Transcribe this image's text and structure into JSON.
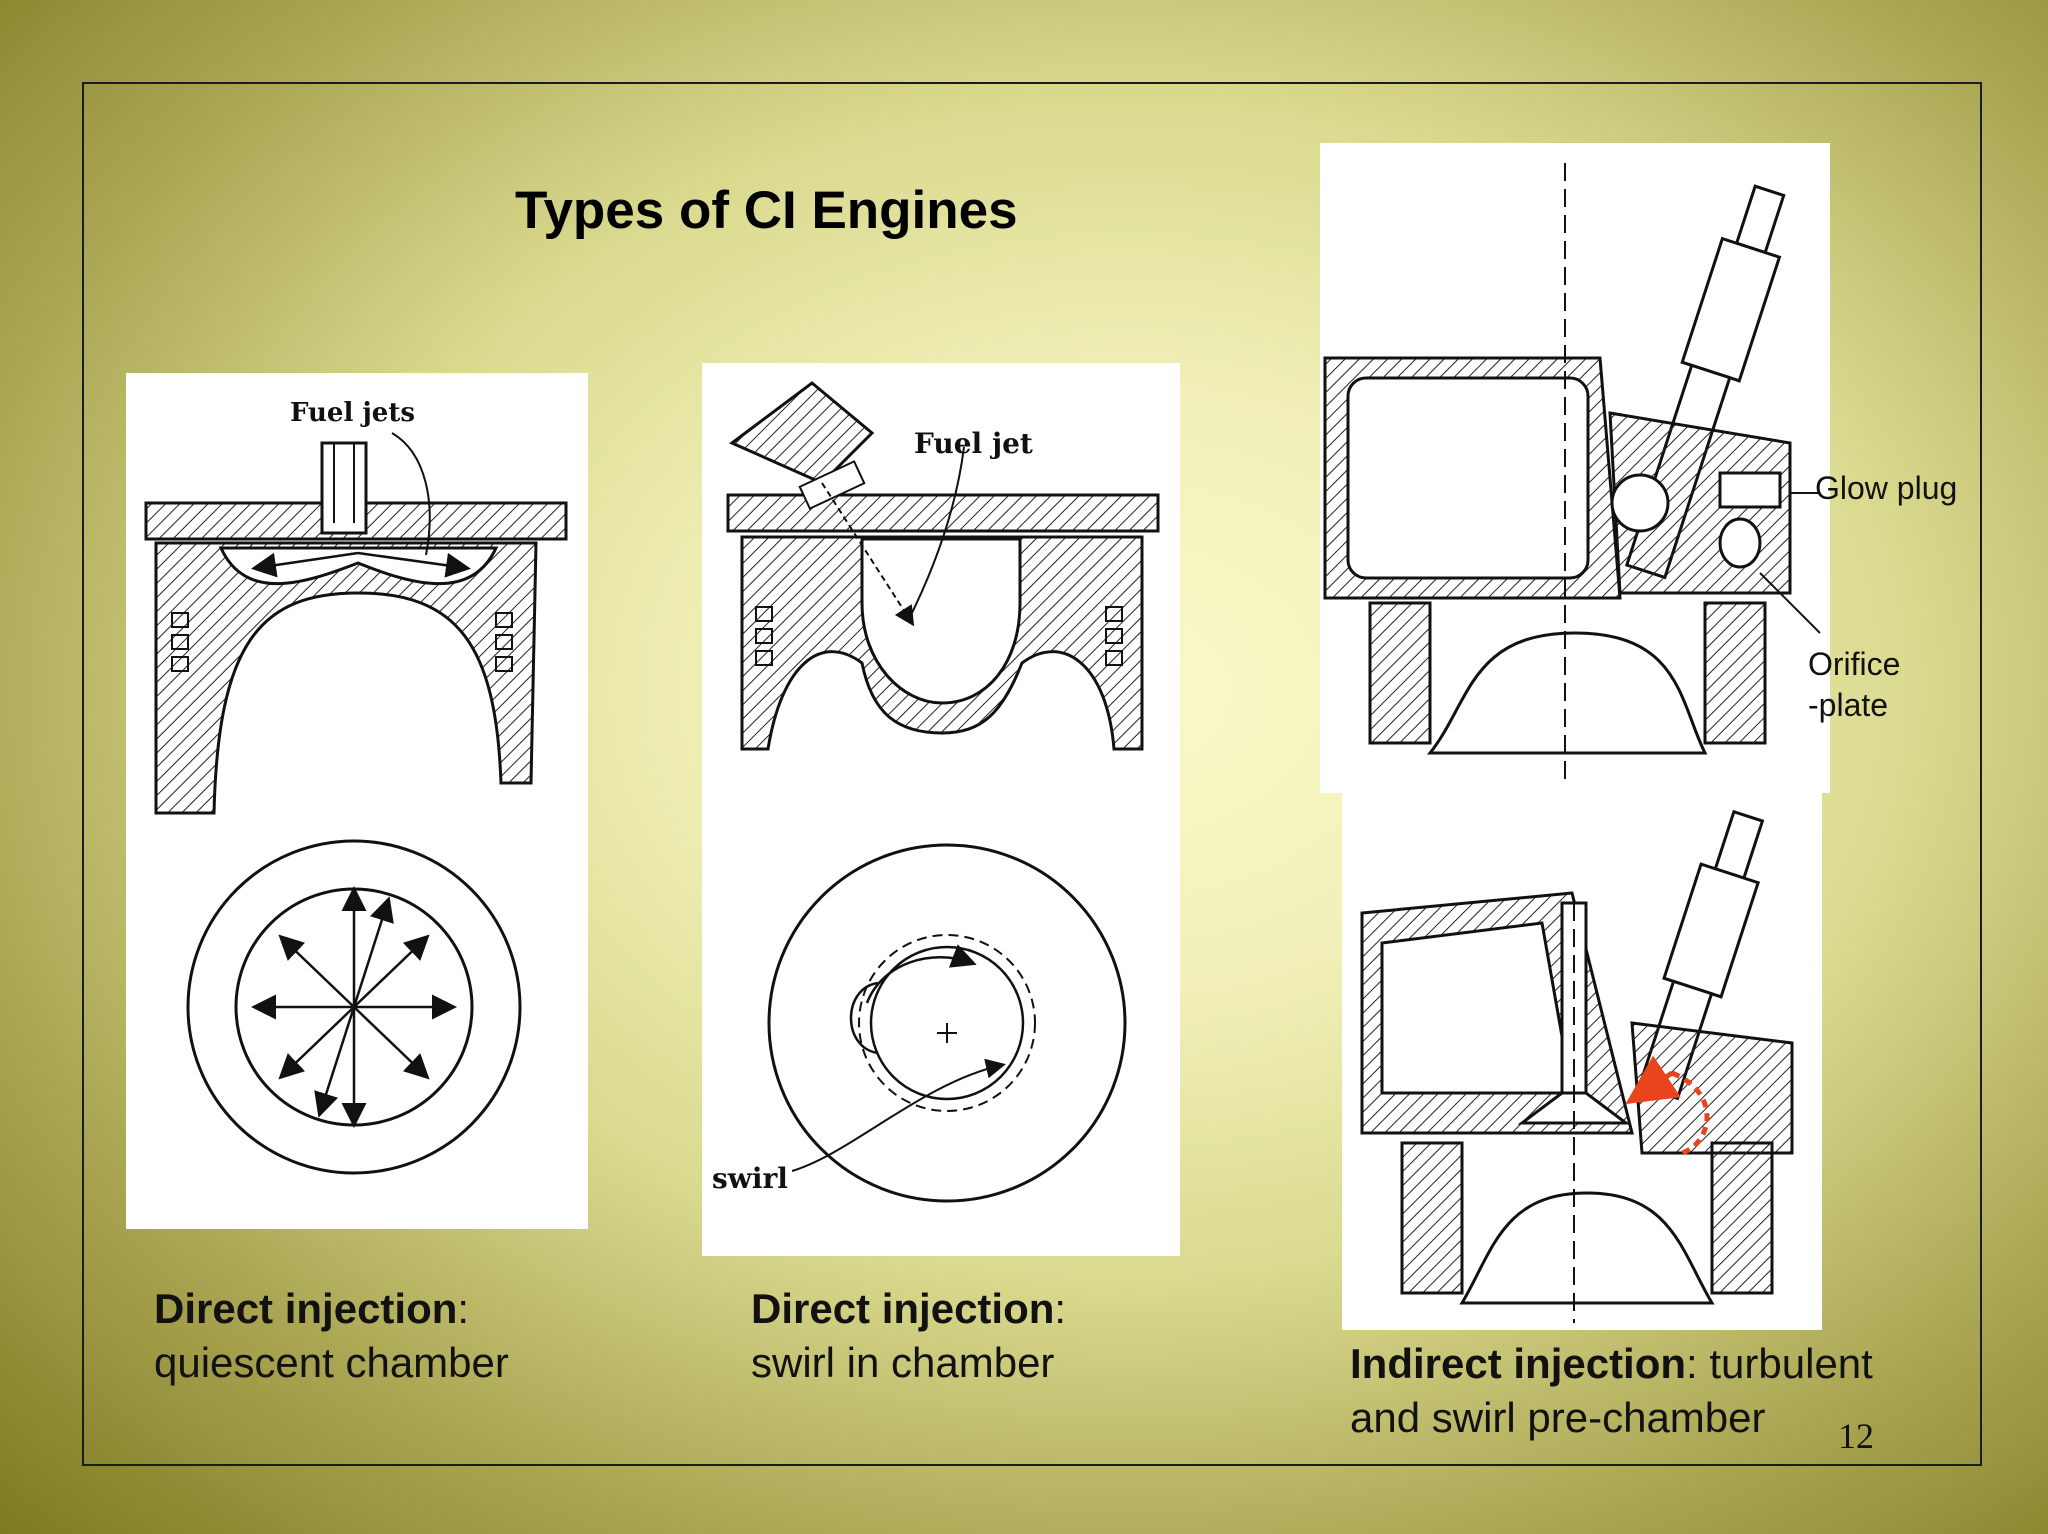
{
  "slide": {
    "title": "Types of CI Engines",
    "page_number": "12"
  },
  "panels": {
    "left": {
      "label_fuel_jets": "Fuel jets",
      "caption_bold": "Direct injection",
      "caption_colon": ":",
      "caption_line2": "quiescent chamber"
    },
    "middle": {
      "label_fuel_jet": "Fuel jet",
      "label_swirl": "swirl",
      "caption_bold": "Direct injection",
      "caption_colon": ":",
      "caption_line2": "swirl in chamber"
    },
    "right": {
      "label_glow_plug": "Glow plug",
      "label_orifice_1": "Orifice",
      "label_orifice_2": "-plate",
      "caption_bold": "Indirect injection",
      "caption_rest": ": turbulent",
      "caption_line2": "and swirl pre-chamber"
    }
  },
  "colors": {
    "accent_arrow": "#e8451e"
  }
}
